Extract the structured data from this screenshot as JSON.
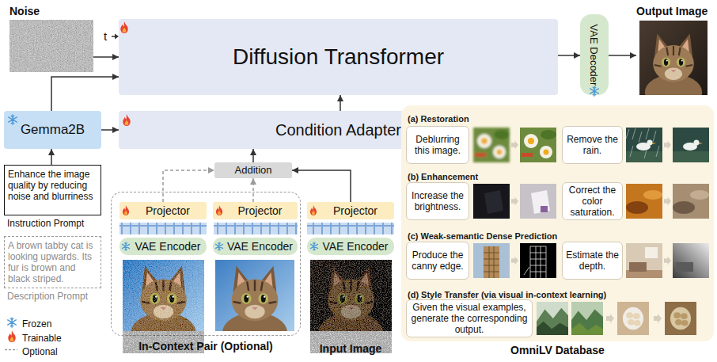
{
  "diagram": {
    "nodes": [
      {
        "text": [
          "Noise"
        ]
      },
      {
        "text": [
          "Diffusion Transformer"
        ]
      },
      {
        "text": [
          "VAE Decoder"
        ]
      },
      {
        "text": [
          "Output Image"
        ]
      },
      {
        "text": [
          "Gemma2B"
        ]
      },
      {
        "text": [
          "Condition Adapter"
        ]
      },
      {
        "text": [
          "Enhance the image quality by reducing noise and blurriness",
          "Instruction Prompt"
        ]
      },
      {
        "text": [
          "A brown tabby cat is looking upwards. Its fur is brown and black striped.",
          "Description Prompt"
        ]
      },
      {
        "text": [
          "Addition"
        ]
      },
      {
        "text": [
          "In-Context Pair (Optional)"
        ]
      },
      {
        "text": [
          "Projector"
        ],
        "in": 9
      },
      {
        "text": [
          "VAE Encoder"
        ],
        "in": 9
      },
      {
        "text": [
          "Projector"
        ],
        "in": 9
      },
      {
        "text": [
          "VAE Encoder"
        ],
        "in": 9
      },
      {
        "text": [
          "Projector"
        ]
      },
      {
        "text": [
          "VAE Encoder"
        ]
      },
      {
        "text": [
          "(a) Restoration",
          "(b) Enhancement",
          "(c) Weak-semantic Dense Prediction",
          "(d) Style Transfer (via visual in-context learning)",
          "OmniLV Database"
        ]
      },
      {
        "text": [
          "Deblurring this image."
        ],
        "in": 16
      },
      {
        "text": [
          "Remove the rain."
        ],
        "in": 16
      },
      {
        "text": [
          "Increase the brightness."
        ],
        "in": 16
      },
      {
        "text": [
          "Correct the color saturation."
        ],
        "in": 16
      },
      {
        "text": [
          "Produce the canny edge."
        ],
        "in": 16
      },
      {
        "text": [
          "Estimate the depth."
        ],
        "in": 16
      },
      {
        "text": [
          "Given the visual examples, generate the corresponding output."
        ],
        "in": 16
      }
    ],
    "edges": [
      {
        "from": 0,
        "to": 1,
        "arrow": "to"
      },
      {
        "from": 1,
        "to": 2,
        "arrow": "to"
      },
      {
        "from": 2,
        "to": 3,
        "arrow": "to"
      },
      {
        "from": 4,
        "to": 1,
        "arrow": "to"
      },
      {
        "from": 4,
        "to": 5,
        "arrow": "to"
      },
      {
        "from": 6,
        "to": 4,
        "arrow": "to"
      },
      {
        "from": 5,
        "to": 1,
        "arrow": "to"
      },
      {
        "from": 8,
        "to": 5,
        "arrow": "to"
      },
      {
        "from": 10,
        "to": 8,
        "arrow": "to"
      },
      {
        "from": 12,
        "to": 8,
        "arrow": "to"
      },
      {
        "from": 14,
        "to": 8,
        "arrow": "to"
      }
    ],
    "labels": [
      "t",
      "Input Image"
    ],
    "legend": [
      {
        "text": "Frozen"
      },
      {
        "text": "Trainable"
      },
      {
        "text": "Optional"
      }
    ]
  }
}
